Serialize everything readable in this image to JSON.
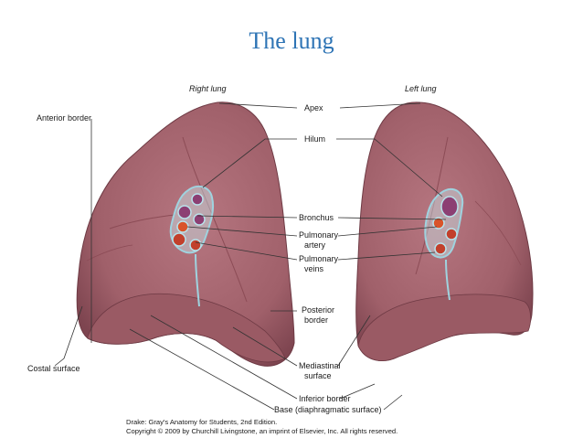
{
  "title": "The lung",
  "labels": {
    "right_lung": "Right lung",
    "left_lung": "Left lung",
    "apex": "Apex",
    "hilum": "Hilum",
    "anterior_border": "Anterior border",
    "bronchus": "Bronchus",
    "pulmonary_artery_1": "Pulmonary",
    "pulmonary_artery_2": "artery",
    "pulmonary_veins_1": "Pulmonary",
    "pulmonary_veins_2": "veins",
    "posterior_border_1": "Posterior",
    "posterior_border_2": "border",
    "costal_surface": "Costal surface",
    "mediastinal_surface_1": "Mediastinal",
    "mediastinal_surface_2": "surface",
    "inferior_border": "Inferior border",
    "base": "Base (diaphragmatic surface)"
  },
  "credit": {
    "line1": "Drake: Gray's Anatomy for Students, 2nd Edition.",
    "line2": "Copyright © 2009 by Churchill Livingstone, an imprint of Elsevier, Inc. All rights reserved."
  },
  "colors": {
    "title": "#2e74b5",
    "lung": "#a8656f",
    "lung_dark": "#7e4550",
    "hilum_outline": "#9fd3df",
    "bronchus": "#8c3f73",
    "artery": "#d9542a",
    "vein": "#c2402c"
  }
}
